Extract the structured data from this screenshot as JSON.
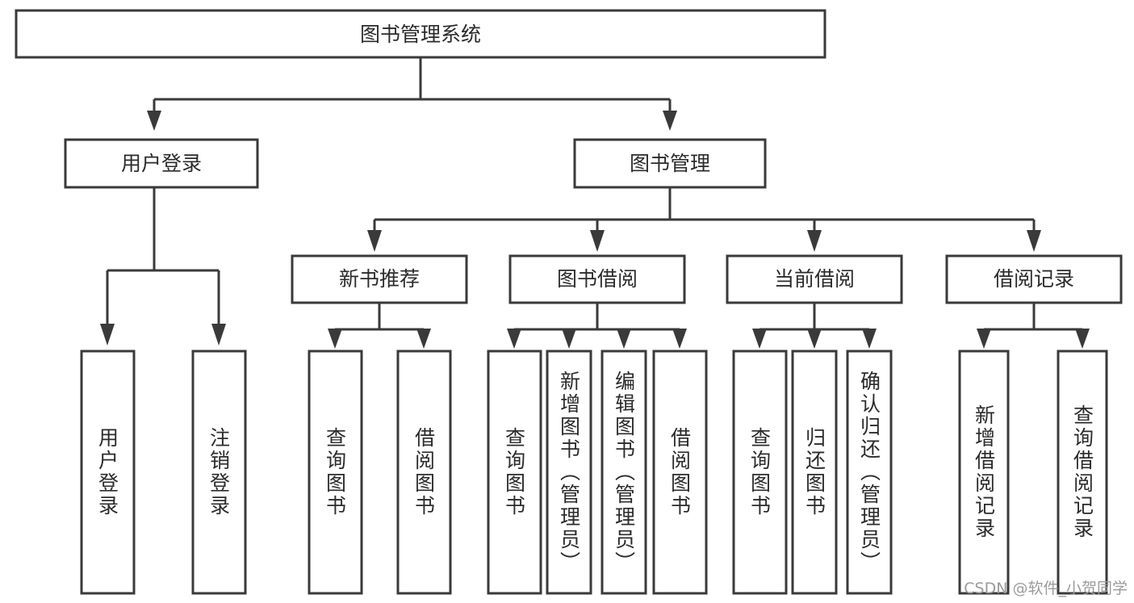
{
  "diagram": {
    "type": "tree",
    "title": "图书管理系统",
    "orientation": "top-down",
    "colors": {
      "stroke": "#3a3a3a",
      "box_fill": "#ffffff",
      "text": "#2b2b2b",
      "background": "#ffffff",
      "watermark": "#9b9b9b"
    },
    "root": {
      "label": "图书管理系统"
    },
    "level2": [
      {
        "label": "用户登录"
      },
      {
        "label": "图书管理"
      }
    ],
    "level3": [
      {
        "label": "新书推荐"
      },
      {
        "label": "图书借阅"
      },
      {
        "label": "当前借阅"
      },
      {
        "label": "借阅记录"
      }
    ],
    "leaves": {
      "user_login": [
        {
          "label": "用户登录"
        },
        {
          "label": "注销登录"
        }
      ],
      "new_book_recommend": [
        {
          "label": "查询图书"
        },
        {
          "label": "借阅图书"
        }
      ],
      "book_borrow": [
        {
          "label": "查询图书"
        },
        {
          "label": "新增图书（管理员）"
        },
        {
          "label": "编辑图书（管理员）"
        },
        {
          "label": "借阅图书"
        }
      ],
      "current_borrow": [
        {
          "label": "查询图书"
        },
        {
          "label": "归还图书"
        },
        {
          "label": "确认归还（管理员）"
        }
      ],
      "borrow_record": [
        {
          "label": "新增借阅记录"
        },
        {
          "label": "查询借阅记录"
        }
      ]
    }
  },
  "watermark": {
    "text": "CSDN @软件_小贺同学"
  }
}
